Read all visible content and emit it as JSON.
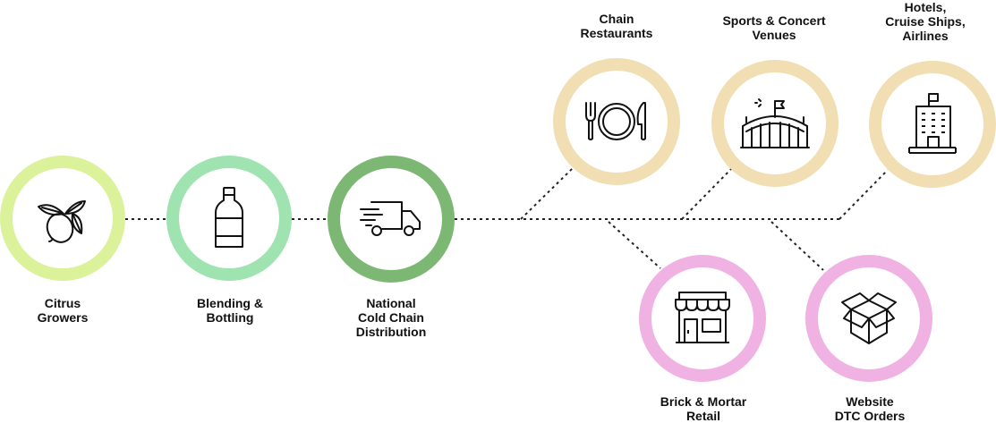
{
  "nodes": {
    "citrus": {
      "label": [
        "Citrus",
        "Growers"
      ],
      "icon": "lemon-icon",
      "color": "#dbf29b"
    },
    "blending": {
      "label": [
        "Blending &",
        "Bottling"
      ],
      "icon": "bottle-icon",
      "color": "#9fe3b0"
    },
    "distribution": {
      "label": [
        "National",
        "Cold Chain",
        "Distribution"
      ],
      "icon": "delivery-truck-icon",
      "color": "#7cb873"
    },
    "restaurants": {
      "label": [
        "Chain",
        "Restaurants"
      ],
      "icon": "fork-plate-knife-icon",
      "color": "#f1deb2"
    },
    "venues": {
      "label": [
        "Sports & Concert",
        "Venues"
      ],
      "icon": "stadium-icon",
      "color": "#f1deb2"
    },
    "hotels": {
      "label": [
        "Hotels,",
        "Cruise Ships,",
        "Airlines"
      ],
      "icon": "hotel-building-icon",
      "color": "#f1deb2"
    },
    "retail": {
      "label": [
        "Brick & Mortar",
        "Retail"
      ],
      "icon": "storefront-icon",
      "color": "#efb2e3"
    },
    "dtc": {
      "label": [
        "Website",
        "DTC Orders"
      ],
      "icon": "open-box-icon",
      "color": "#efb2e3"
    }
  }
}
